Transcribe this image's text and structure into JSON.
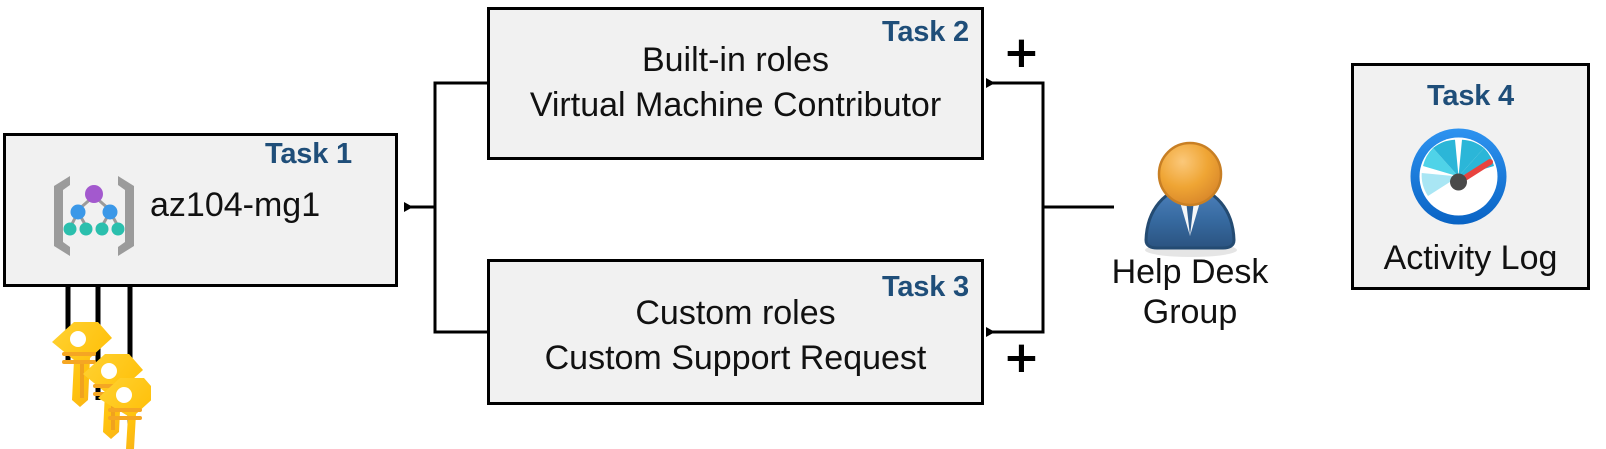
{
  "diagram": {
    "title": "Azure RBAC task diagram",
    "accent_color": "#1F4E79",
    "box_fill": "#F1F1F1",
    "box_border": "#000000"
  },
  "boxes": [
    {
      "id": "task1",
      "task_label": "Task 1",
      "text": "az104-mg1",
      "icon": "management-group-icon"
    },
    {
      "id": "task2",
      "task_label": "Task 2",
      "line1": "Built-in roles",
      "line2": "Virtual Machine Contributor"
    },
    {
      "id": "task3",
      "task_label": "Task 3",
      "line1": "Custom roles",
      "line2": "Custom Support Request"
    },
    {
      "id": "task4",
      "task_label": "Task 4",
      "text": "Activity Log",
      "icon": "activity-log-gauge-icon"
    }
  ],
  "actor": {
    "label_line1": "Help Desk",
    "label_line2": "Group",
    "icon": "user-group-icon"
  },
  "keys": {
    "icon": "three-keys-icon",
    "arrow_count": 3
  },
  "operators": {
    "plus_top": "+",
    "plus_bottom": "+"
  },
  "icon_colors": {
    "mg_bracket": "#9B9B9B",
    "mg_root_node": "#A359CE",
    "mg_mid_node": "#3B98E8",
    "mg_leaf_node": "#2BBFAD",
    "gauge_ring": "#0F7BE0",
    "gauge_needle": "#E8433F",
    "gauge_seg_dark": "#2BB6D8",
    "gauge_seg_mid": "#4FD3E8",
    "gauge_seg_light": "#A9E6F4",
    "gauge_hub": "#4A4A4A",
    "person_head": "#F0A437",
    "person_body": "#3A6FA8",
    "key_body": "#FFC20E",
    "key_shade": "#F5A623"
  }
}
